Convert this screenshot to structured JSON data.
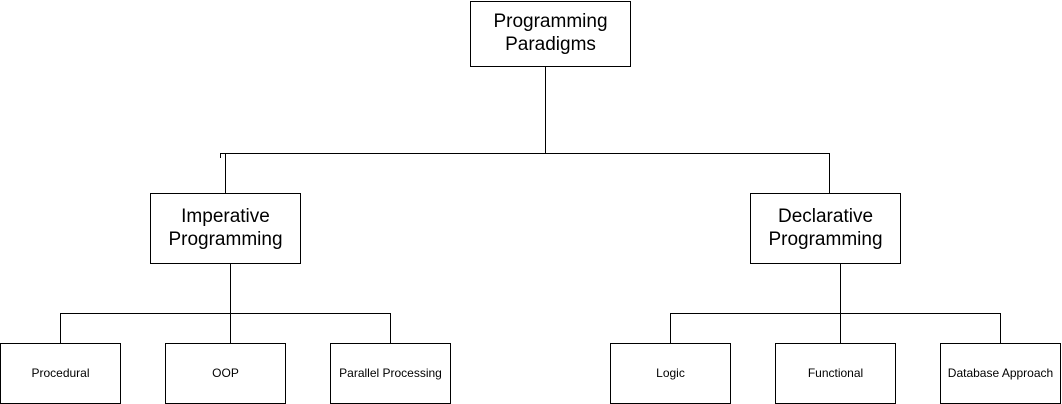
{
  "diagram": {
    "root": {
      "label": "Programming\nParadigms"
    },
    "branches": [
      {
        "label": "Imperative\nProgramming",
        "children": [
          {
            "label": "Procedural"
          },
          {
            "label": "OOP"
          },
          {
            "label": "Parallel Processing"
          }
        ]
      },
      {
        "label": "Declarative\nProgramming",
        "children": [
          {
            "label": "Logic"
          },
          {
            "label": "Functional"
          },
          {
            "label": "Database Approach"
          }
        ]
      }
    ],
    "colors": {
      "line": "#000000",
      "box_border": "#000000",
      "box_fill": "#ffffff",
      "text": "#000000"
    }
  }
}
